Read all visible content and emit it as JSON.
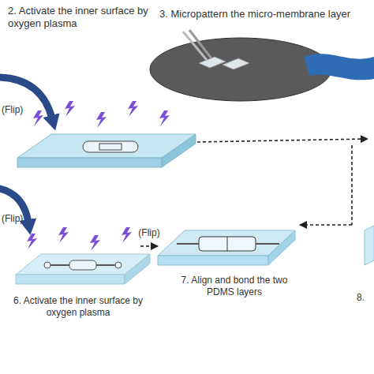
{
  "diagram": {
    "nodes": [
      {
        "text": [
          "2. Activate the inner surface by oxygen plasma"
        ]
      },
      {
        "text": [
          "3. Micropattern the micro-membrane layer"
        ]
      },
      {
        "text": [
          "6. Activate the inner surface by oxygen plasma"
        ]
      },
      {
        "text": [
          "7. Align and bond the two PDMS layers"
        ]
      },
      {
        "text": [
          "8."
        ]
      }
    ],
    "edges": [
      {
        "from": 2,
        "to": 3,
        "arrow": "to",
        "label": "(Flip)"
      },
      {
        "from": 4,
        "to": 3,
        "arrow": "to"
      }
    ],
    "labels": [
      "(Flip)",
      "(Flip)"
    ]
  }
}
